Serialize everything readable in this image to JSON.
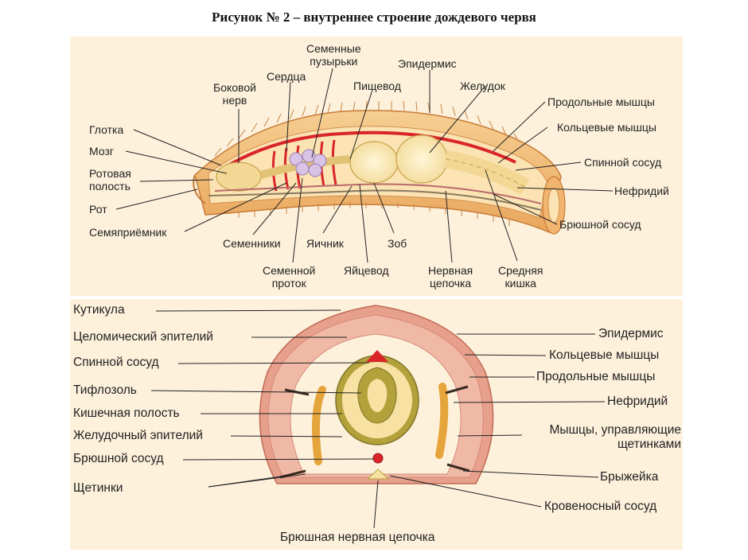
{
  "title": "Рисунок № 2 – внутреннее строение дождевого червя",
  "longitudinal_section": {
    "labels": {
      "seminal_vesicles": [
        "Семенные",
        "пузырьки"
      ],
      "epidermis": "Эпидермис",
      "hearts": "Сердца",
      "lateral_nerve": [
        "Боковой",
        "нерв"
      ],
      "esophagus": "Пищевод",
      "gizzard": "Желудок",
      "longitudinal_muscles": "Продольные мышцы",
      "pharynx": "Глотка",
      "circular_muscles": "Кольцевые мышцы",
      "brain": "Мозг",
      "dorsal_vessel": "Спинной сосуд",
      "mouth_cavity": [
        "Ротовая",
        "полость"
      ],
      "nephridium": "Нефридий",
      "mouth": "Рот",
      "ventral_vessel": "Брюшной сосуд",
      "seminal_receptacle": "Семяприёмник",
      "testes": "Семенники",
      "ovary": "Яичник",
      "crop": "Зоб",
      "sperm_duct": [
        "Семенной",
        "проток"
      ],
      "oviduct": "Яйцевод",
      "nerve_cord": [
        "Нервная",
        "цепочка"
      ],
      "midgut": [
        "Средняя",
        "кишка"
      ]
    }
  },
  "cross_section": {
    "labels": {
      "cuticle": "Кутикула",
      "coelomic_epithelium": "Целомический эпителий",
      "epidermis": "Эпидермис",
      "dorsal_vessel": "Спинной сосуд",
      "circular_muscles": "Кольцевые мышцы",
      "longitudinal_muscles": "Продольные мышцы",
      "typhlosole": "Тифлозоль",
      "nephridium": "Нефридий",
      "intestinal_cavity": "Кишечная полость",
      "setae_muscles": [
        "Мышцы, управляющие",
        "щетинками"
      ],
      "gastric_epithelium": "Желудочный эпителий",
      "ventral_vessel": "Брюшной сосуд",
      "mesentery": "Брыжейка",
      "setae": "Щетинки",
      "blood_vessel": "Кровеносный сосуд",
      "ventral_nerve_cord": "Брюшная нервная цепочка"
    }
  },
  "colors": {
    "panel_bg": "#fdf1dc",
    "body_wall": "#f1b56f",
    "muscle_pink": "#e7a08c",
    "vessel_red": "#d9252a",
    "gut_yellow": "#f7e2a3",
    "gut_olive": "#b3a23b",
    "label_text": "#222222"
  }
}
